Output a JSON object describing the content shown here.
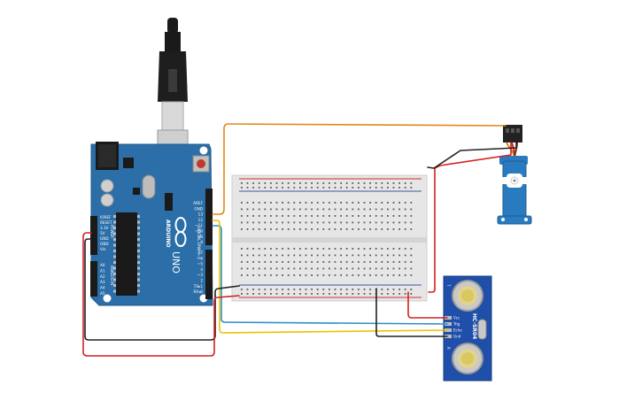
{
  "board": {
    "brand": "ARDUINO",
    "model": "UNO",
    "left_header_labels": [
      "IOREF",
      "RESET",
      "3.3V",
      "5V",
      "GND",
      "GND",
      "Vin"
    ],
    "analog_labels": [
      "A0",
      "A1",
      "A2",
      "A3",
      "A4",
      "A5"
    ],
    "power_title": "POWER",
    "analog_title": "ANALOG IN",
    "digital_title": "DIGITAL (PWM~)",
    "top_header_labels": [
      "AREF",
      "GND",
      "13",
      "12",
      "~11",
      "~10",
      "~9",
      "8"
    ],
    "bottom_header_labels": [
      "7",
      "~6",
      "~5",
      "4",
      "~3",
      "2",
      "TX▸1",
      "RX◂0"
    ]
  },
  "sensor": {
    "model": "HC-SR04",
    "pins": [
      "Vcc",
      "Trig",
      "Echo",
      "Gnd"
    ]
  },
  "colors": {
    "board_blue": "#2b6ea8",
    "breadboard": "#e6e6e6",
    "rail_red": "#d33030",
    "rail_blue": "#3a5a9a",
    "wire_orange": "#e08a16",
    "wire_red": "#d42020",
    "wire_black": "#222222",
    "wire_yellow": "#e8c400",
    "wire_blue": "#2a8ec8",
    "wire_green": "#3aa040",
    "servo_blue": "#2a7ac0",
    "sensor_blue": "#1f4fa8"
  }
}
